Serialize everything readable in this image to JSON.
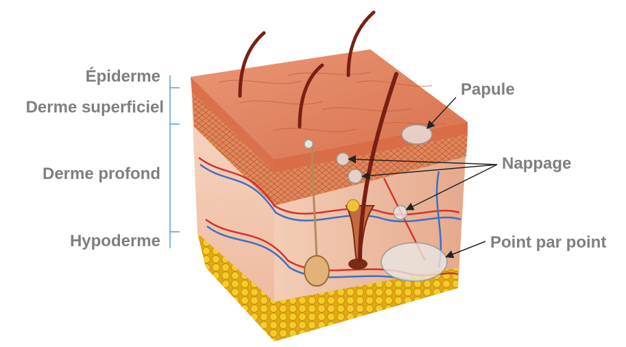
{
  "layers": {
    "epiderme": "Épiderme",
    "derme_superficiel": "Derme superficiel",
    "derme_profond": "Derme profond",
    "hypoderme": "Hypoderme"
  },
  "annotations": {
    "papule": "Papule",
    "nappage": "Nappage",
    "point_par_point": "Point par point"
  },
  "colors": {
    "label_gray": "#7f7f7f",
    "bracket_blue": "#5b9bd5",
    "skin_top": "#e8886a",
    "dermis": "#f4c9b0",
    "fat": "#f2c21b",
    "hair": "#7a1f14"
  }
}
